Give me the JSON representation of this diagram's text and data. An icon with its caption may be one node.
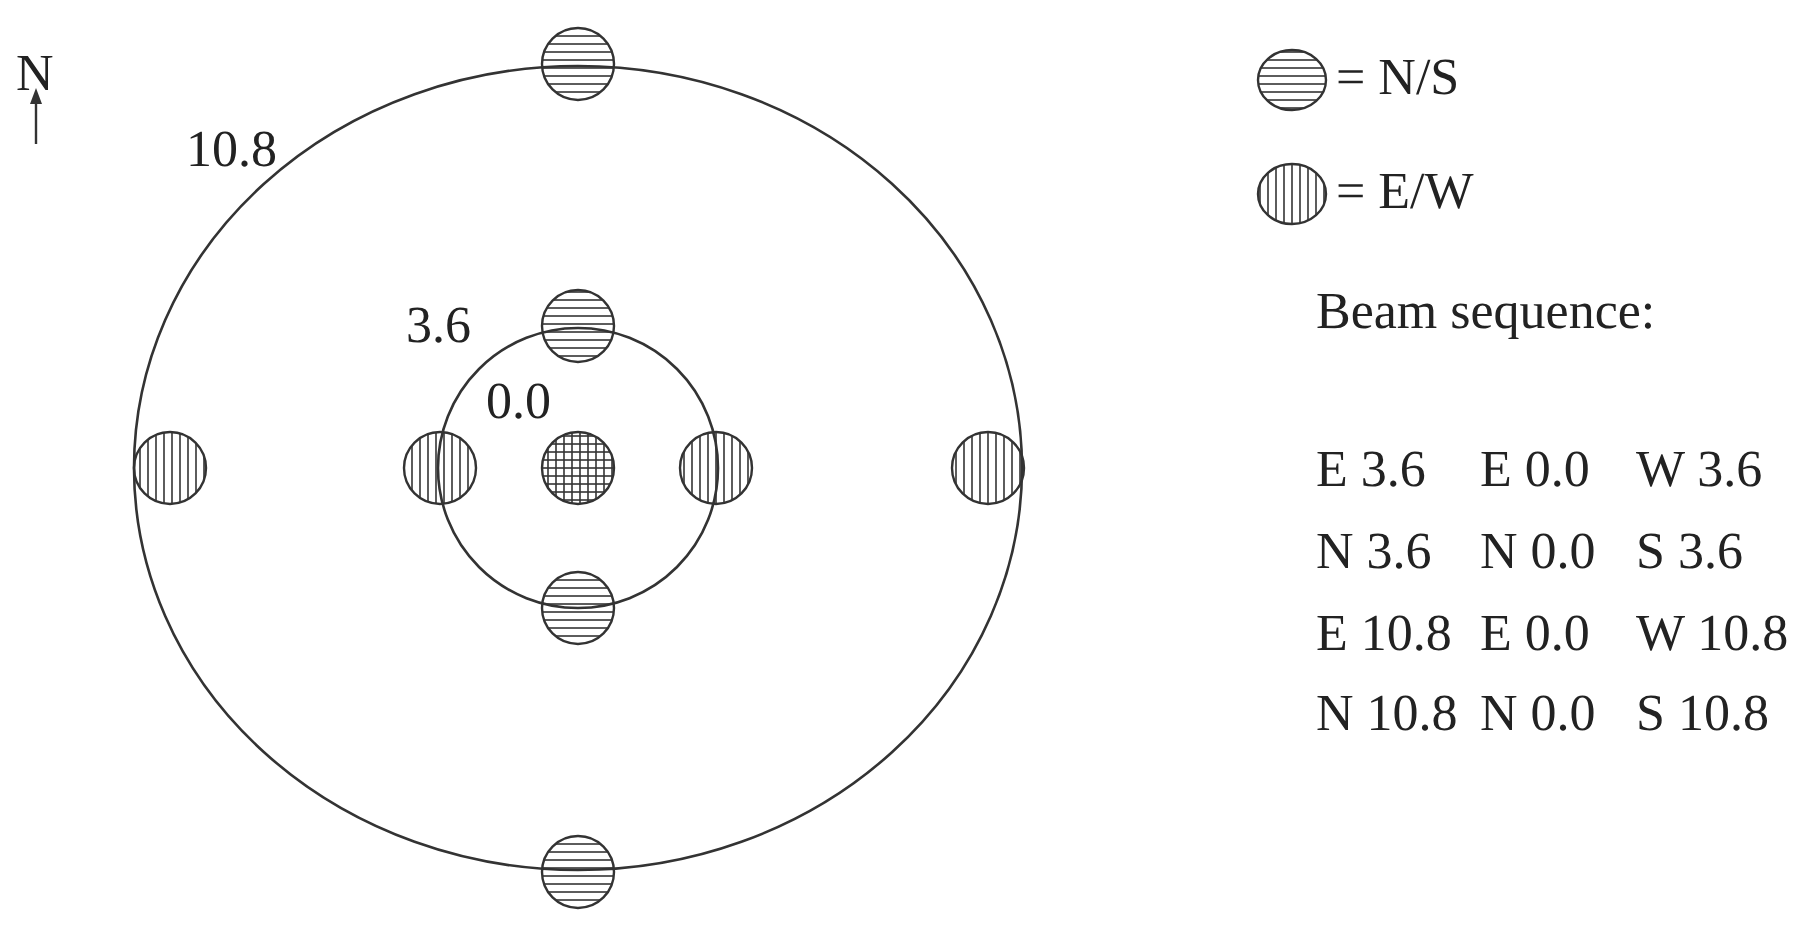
{
  "diagram": {
    "labels": [
      "N",
      "10.8",
      "3.6",
      "0.0",
      "Beam sequence:",
      "E 3.6",
      "E 0.0",
      "W 3.6",
      "N 3.6",
      "N 0.0",
      "S 3.6",
      "E 10.8",
      "E 0.0",
      "W 10.8",
      "N 10.8",
      "N 0.0",
      "S 10.8"
    ],
    "legend": [
      {
        "text": "= N/S"
      },
      {
        "text": "= E/W"
      }
    ]
  }
}
